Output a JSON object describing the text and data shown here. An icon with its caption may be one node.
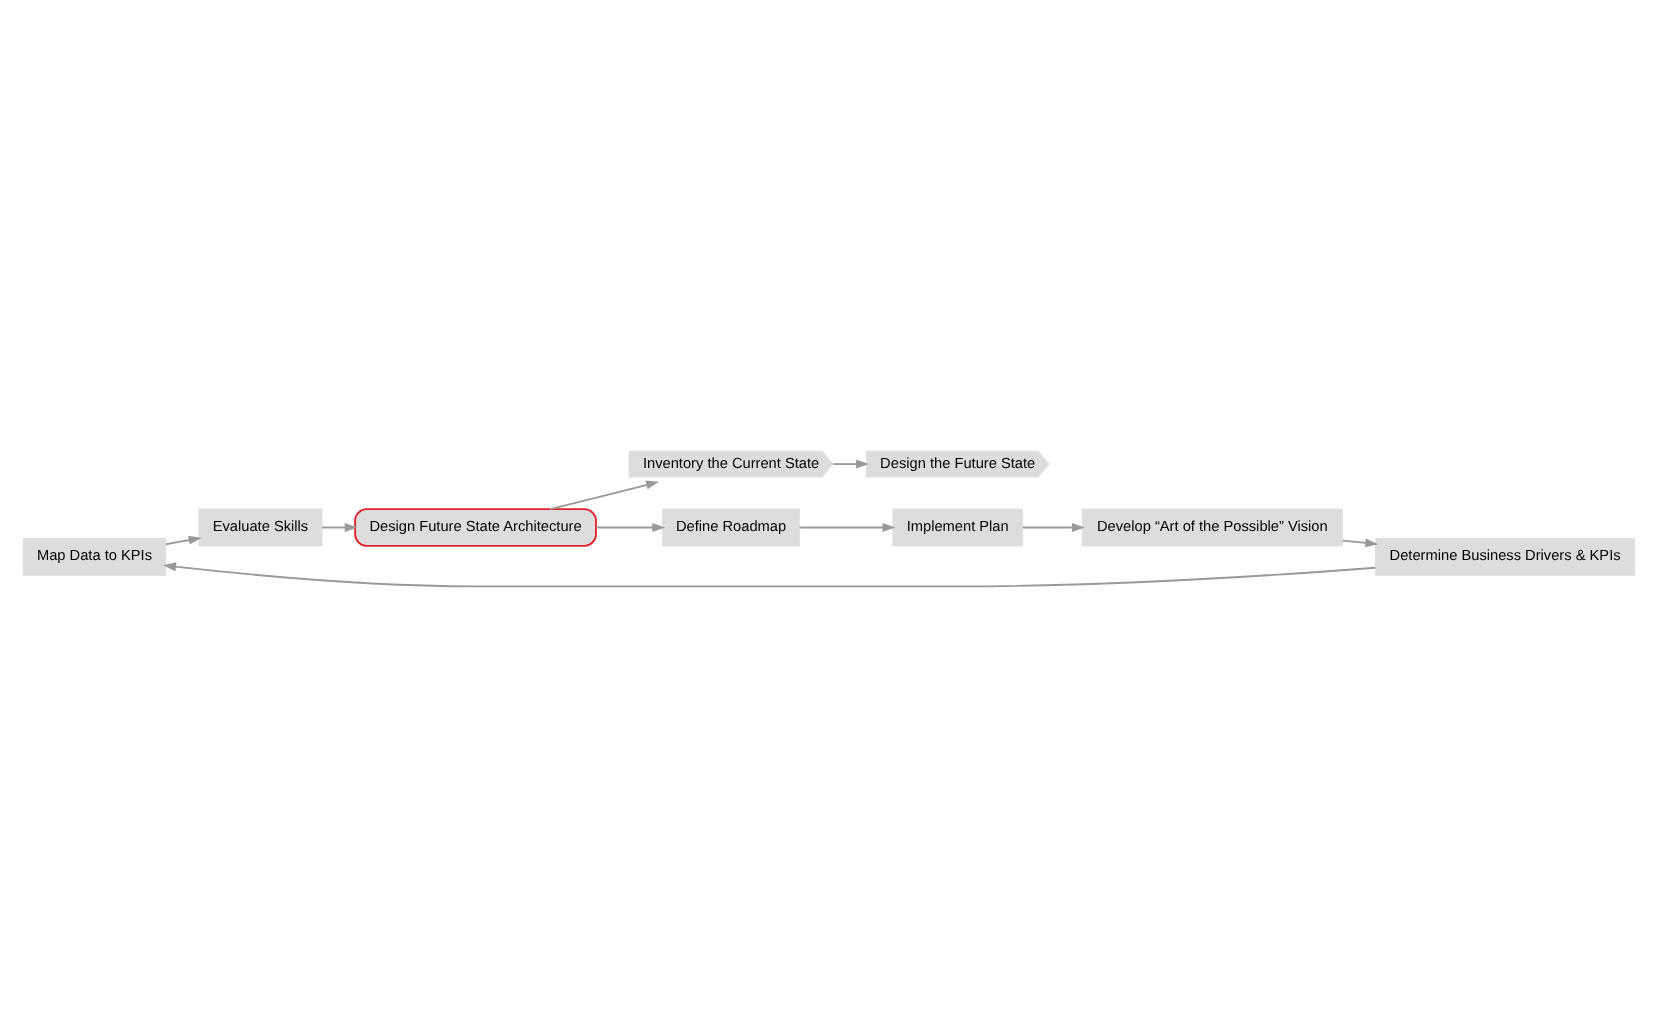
{
  "diagram": {
    "nodes": [
      {
        "text": [
          "Map Data to KPIs"
        ]
      },
      {
        "text": [
          "Evaluate Skills"
        ]
      },
      {
        "text": [
          "Determine Business Drivers & KPIs"
        ]
      },
      {
        "text": [
          "Design Future State Architecture"
        ]
      },
      {
        "text": [
          "Inventory the Current State"
        ]
      },
      {
        "text": [
          "Design the Future State"
        ]
      },
      {
        "text": [
          "Develop “Art of the Possible” Vision"
        ]
      },
      {
        "text": [
          "Define Roadmap"
        ]
      },
      {
        "text": [
          "Implement Plan"
        ]
      }
    ],
    "edges": [
      {
        "from": 2,
        "to": 0,
        "arrow": "to"
      },
      {
        "from": 0,
        "to": 1,
        "arrow": "to"
      },
      {
        "from": 1,
        "to": 3,
        "arrow": "to"
      },
      {
        "from": 3,
        "to": 7,
        "arrow": "to"
      },
      {
        "from": 7,
        "to": 8,
        "arrow": "to"
      },
      {
        "from": 8,
        "to": 6,
        "arrow": "to"
      },
      {
        "from": 6,
        "to": 2,
        "arrow": "to"
      },
      {
        "from": 3,
        "to": 4,
        "arrow": "to"
      },
      {
        "from": 4,
        "to": 5,
        "arrow": "to"
      }
    ]
  }
}
